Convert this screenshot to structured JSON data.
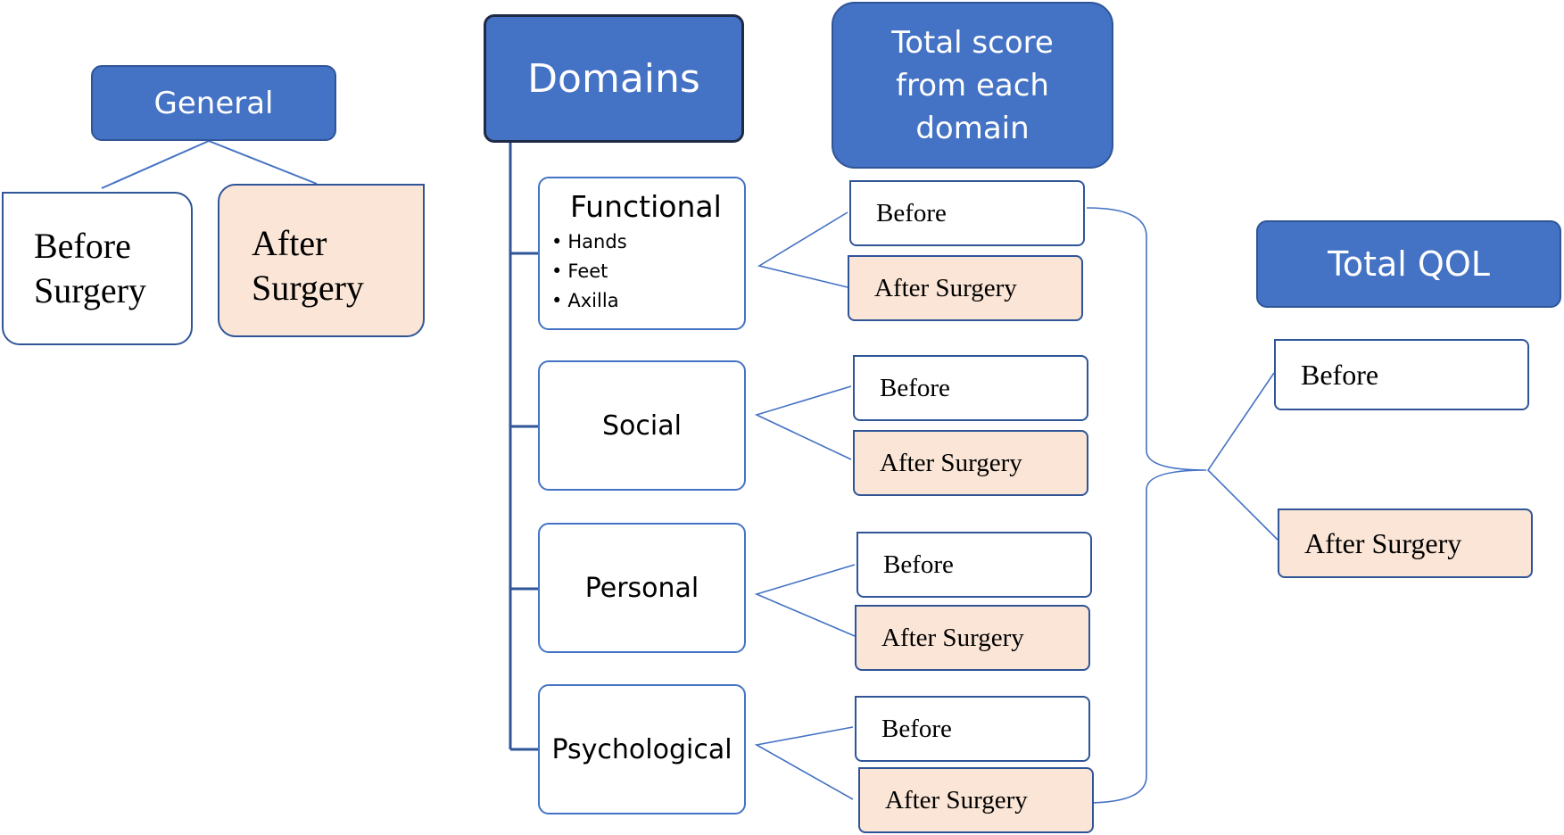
{
  "general": {
    "header": "General",
    "before": "Before Surgery",
    "after": "After Surgery"
  },
  "domains": {
    "header": "Domains",
    "functional": {
      "title": "Functional",
      "items": [
        "Hands",
        "Feet",
        "Axilla"
      ]
    },
    "social": "Social",
    "personal": "Personal",
    "psychological": "Psychological"
  },
  "total_score": {
    "header": "Total score from each domain",
    "functional_before": "Before",
    "functional_after": "After Surgery",
    "social_before": "Before",
    "social_after": "After Surgery",
    "personal_before": "Before",
    "personal_after": "After Surgery",
    "psychological_before": "Before",
    "psychological_after": "After Surgery"
  },
  "total_qol": {
    "header": "Total QOL",
    "before": "Before",
    "after": "After Surgery"
  },
  "colors": {
    "header_fill": "#4472c4",
    "header_border": "#2f5597",
    "after_fill": "#fbe5d6",
    "connector": "#4472c4"
  }
}
